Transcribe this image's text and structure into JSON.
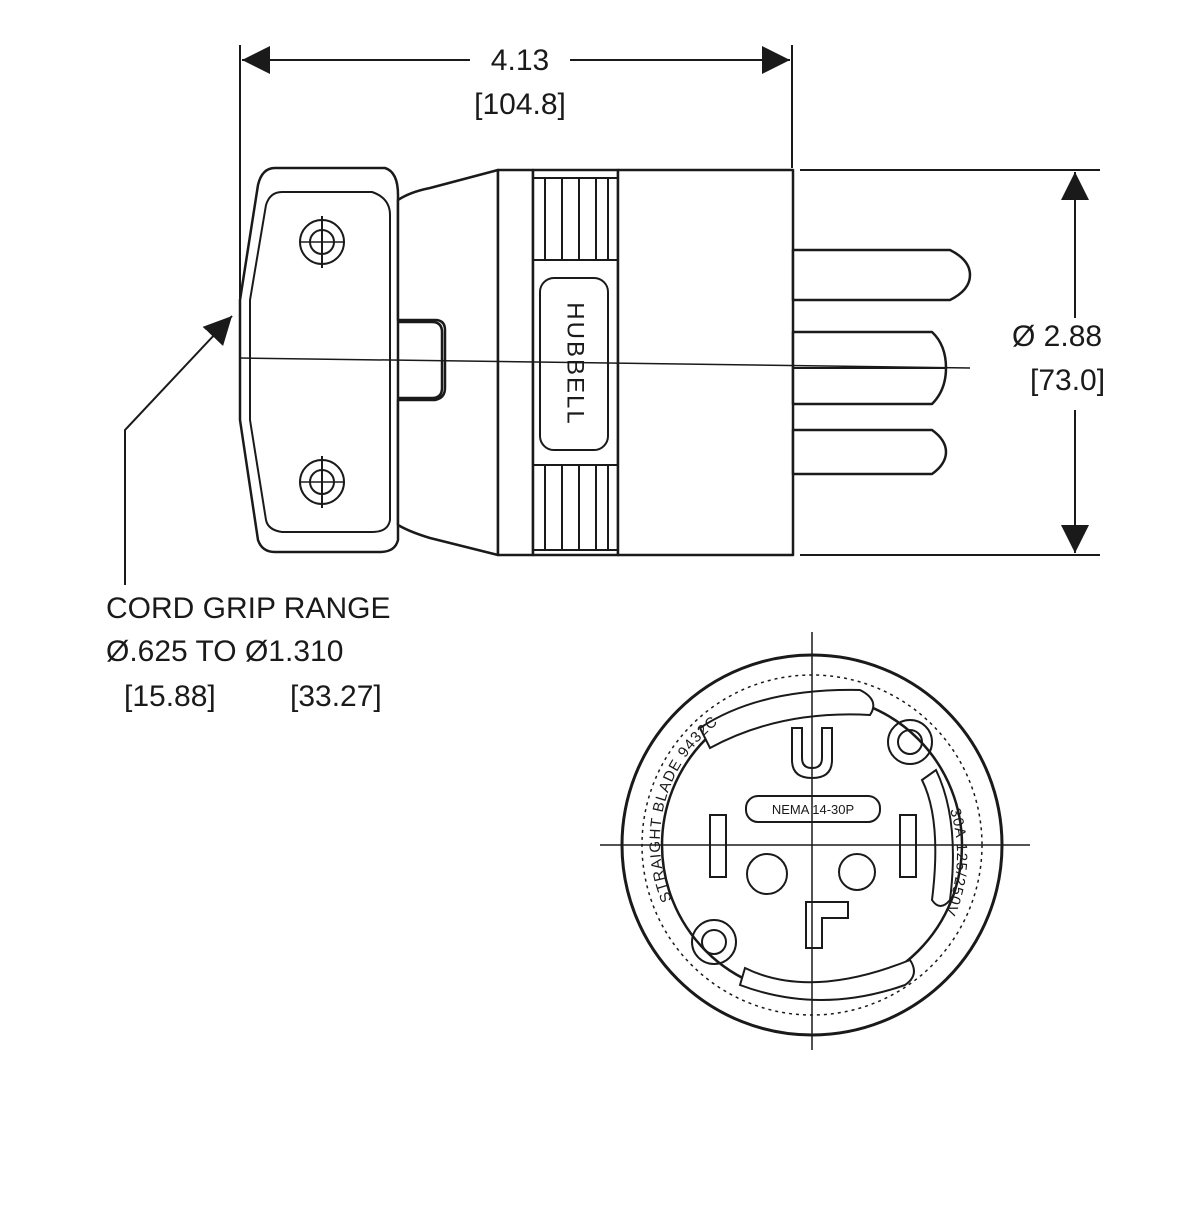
{
  "dimensions": {
    "length": {
      "inch": "4.13",
      "mm": "[104.8]"
    },
    "diameter": {
      "inch": "Ø 2.88",
      "mm": "[73.0]"
    }
  },
  "cord_grip": {
    "title": "CORD GRIP RANGE",
    "range": "Ø.625 TO Ø1.310",
    "min_mm": "[15.88]",
    "max_mm": "[33.27]"
  },
  "side_view": {
    "brand": "HUBBELL"
  },
  "end_view": {
    "nema_label": "NEMA 14-30P",
    "left_badge": "",
    "right_badge": "",
    "rim_text_top": "STRAIGHT BLADE 9432C",
    "rim_text_bottom": "30A 125/250V"
  },
  "colors": {
    "line": "#1a1a1a",
    "fill": "#ffffff"
  }
}
